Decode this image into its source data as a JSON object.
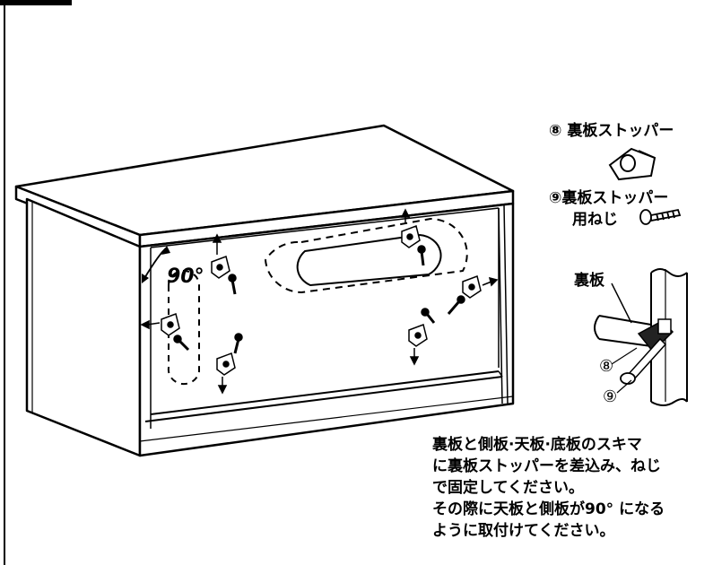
{
  "diagram": {
    "angle_label": "90°",
    "parts": [
      {
        "number": "⑧",
        "name": "裏板ストッパー"
      },
      {
        "number": "⑨",
        "name_line1": "裏板ストッパー",
        "name_line2": "用ねじ"
      }
    ],
    "detail": {
      "back_panel_label": "裏板",
      "callout_8": "⑧",
      "callout_9": "⑨"
    },
    "instructions": [
      "裏板と側板·天板·底板のスキマ",
      "に裏板ストッパーを差込み、ねじ",
      "で固定してください。",
      "その際に天板と側板が90° になる",
      "ように取付けてください。"
    ]
  }
}
